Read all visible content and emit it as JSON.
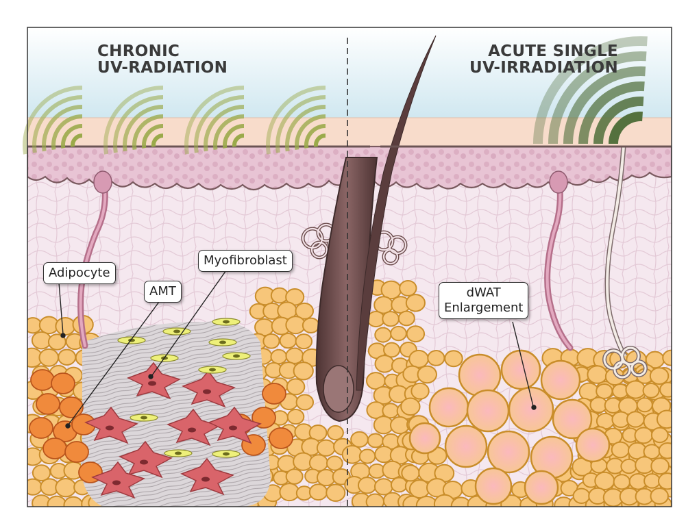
{
  "panels": {
    "left": {
      "title_line1": "CHRONIC",
      "title_line2": "UV-RADIATION"
    },
    "right": {
      "title_line1": "ACUTE SINGLE",
      "title_line2": "UV-IRRADIATION"
    }
  },
  "labels": {
    "adipocyte": "Adipocyte",
    "amt": "AMT",
    "myofibroblast": "Myofibroblast",
    "dwat_line1": "dWAT",
    "dwat_line2": "Enlargement"
  },
  "colors": {
    "sky": "#d7ebf2",
    "epidermis_band": "#f8dccb",
    "dermis": "#f4e6ee",
    "dermis_cells": "#d9b7c8",
    "fat": "#f7c67a",
    "fat_outline": "#c98d2a",
    "enlarged_fat": "#f9c4c0",
    "amt_cells": "#f08a3c",
    "myofibroblast": "#d9646a",
    "fibers": "#c9c3c6",
    "hair": "#6e4b4b",
    "uv_chronic": "#9aaa4a",
    "uv_acute": "#54713e"
  }
}
